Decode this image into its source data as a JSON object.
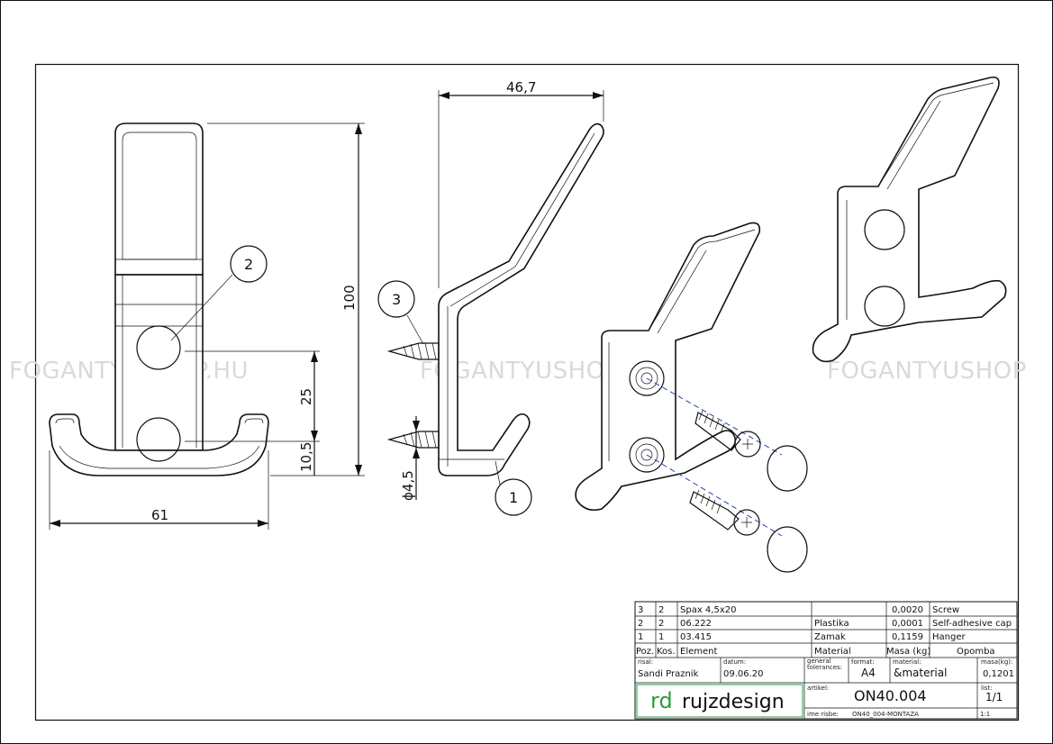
{
  "dimensions": {
    "width_front": "61",
    "height_total": "100",
    "hole_spacing": "25",
    "hole_offset": "10,5",
    "projection": "46,7",
    "screw_dia": "ϕ4,5"
  },
  "balloons": [
    "1",
    "2",
    "3"
  ],
  "watermark": [
    "FOGANTYUSHOP.HU",
    "FOGANTYUSHOP.HU",
    "FOGANTYUSHOP"
  ],
  "title_block": {
    "parts": [
      {
        "poz": "3",
        "kos": "2",
        "element": "Spax 4,5x20",
        "material": "",
        "masa": "0,0020",
        "opomba": "Screw"
      },
      {
        "poz": "2",
        "kos": "2",
        "element": "06.222",
        "material": "Plastika",
        "masa": "0,0001",
        "opomba": "Self-adhesive cap"
      },
      {
        "poz": "1",
        "kos": "1",
        "element": "03.415",
        "material": "Zamak",
        "masa": "0,1159",
        "opomba": "Hanger"
      }
    ],
    "header": {
      "poz": "Poz.",
      "kos": "Kos.",
      "element": "Element",
      "material": "Material",
      "masa": "Masa (kg)",
      "opomba": "Opomba"
    },
    "risal_label": "risal:",
    "risal": "Sandi Praznik",
    "datum_label": "datum:",
    "datum": "09.06.20",
    "tolerances_label_1": "general",
    "tolerances_label_2": "tolerances:",
    "format_label": "format:",
    "format": "A4",
    "material_label": "material:",
    "material": "&material",
    "masa_label": "masa(kg):",
    "masa": "0,1201",
    "artikel_label": "artikel:",
    "artikel": "ON40.004",
    "list_label": "list:",
    "list": "1/1",
    "ime_risbe_label": "ime risbe:",
    "ime_risbe": "ON40_004-MONTAZA",
    "scale": "1:1",
    "logo_mark": "rd",
    "logo_name": "rujzdesign"
  },
  "colors": {
    "logo_green": "#2e9b3c",
    "watermark": "#d9d9d9",
    "axis_blue": "#2244aa"
  }
}
